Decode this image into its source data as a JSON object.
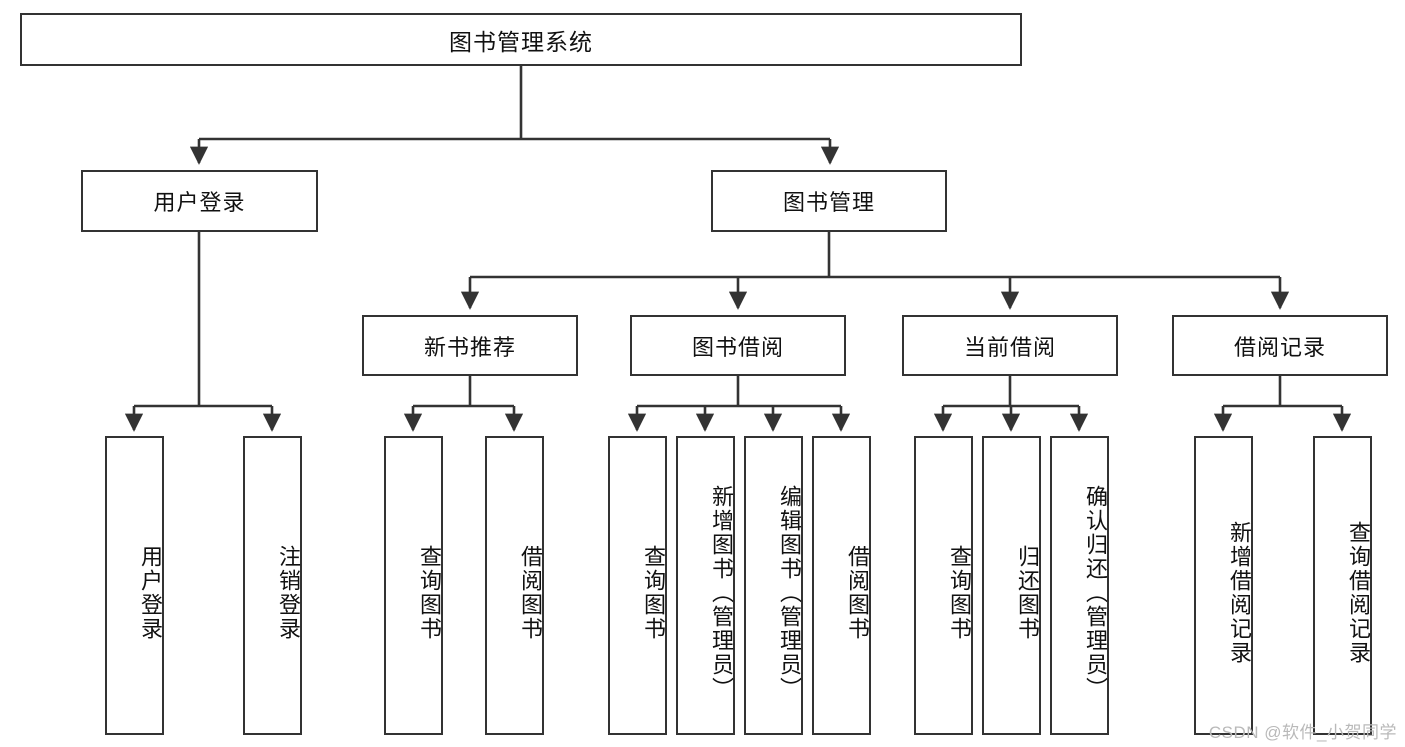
{
  "diagram": {
    "title": "图书管理系统",
    "watermark": "CSDN @软件_小贺同学",
    "colors": {
      "stroke": "#333333",
      "fill": "#ffffff",
      "text": "#111111",
      "watermark": "#b9b9b9"
    },
    "nodes": {
      "root": {
        "label": "图书管理系统"
      },
      "level2": [
        {
          "label": "用户登录"
        },
        {
          "label": "图书管理"
        }
      ],
      "level3": [
        {
          "label": "新书推荐"
        },
        {
          "label": "图书借阅"
        },
        {
          "label": "当前借阅"
        },
        {
          "label": "借阅记录"
        }
      ],
      "leaves": [
        {
          "label": "用户登录"
        },
        {
          "label": "注销登录"
        },
        {
          "label": "查询图书"
        },
        {
          "label": "借阅图书"
        },
        {
          "label": "查询图书"
        },
        {
          "label": "新增图书（管理员）"
        },
        {
          "label": "编辑图书（管理员）"
        },
        {
          "label": "借阅图书"
        },
        {
          "label": "查询图书"
        },
        {
          "label": "归还图书"
        },
        {
          "label": "确认归还（管理员）"
        },
        {
          "label": "新增借阅记录"
        },
        {
          "label": "查询借阅记录"
        }
      ]
    },
    "hierarchy": {
      "图书管理系统": [
        "用户登录",
        "图书管理"
      ],
      "用户登录": [
        "用户登录",
        "注销登录"
      ],
      "图书管理": [
        "新书推荐",
        "图书借阅",
        "当前借阅",
        "借阅记录"
      ],
      "新书推荐": [
        "查询图书",
        "借阅图书"
      ],
      "图书借阅": [
        "查询图书",
        "新增图书（管理员）",
        "编辑图书（管理员）",
        "借阅图书"
      ],
      "当前借阅": [
        "查询图书",
        "归还图书",
        "确认归还（管理员）"
      ],
      "借阅记录": [
        "新增借阅记录",
        "查询借阅记录"
      ]
    }
  }
}
